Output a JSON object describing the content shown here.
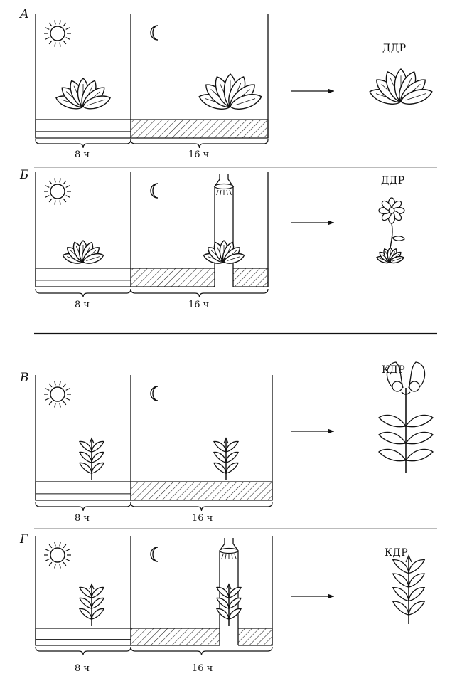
{
  "panels": [
    {
      "letter": "А",
      "result": "ДДР",
      "day": "8 ч",
      "night": "16 ч"
    },
    {
      "letter": "Б",
      "result": "ДДР",
      "day": "8 ч",
      "night": "16 ч"
    },
    {
      "letter": "В",
      "result": "КДР",
      "day": "8 ч",
      "night": "16 ч"
    },
    {
      "letter": "Г",
      "result": "КДР",
      "day": "8 ч",
      "night": "16 ч"
    }
  ]
}
